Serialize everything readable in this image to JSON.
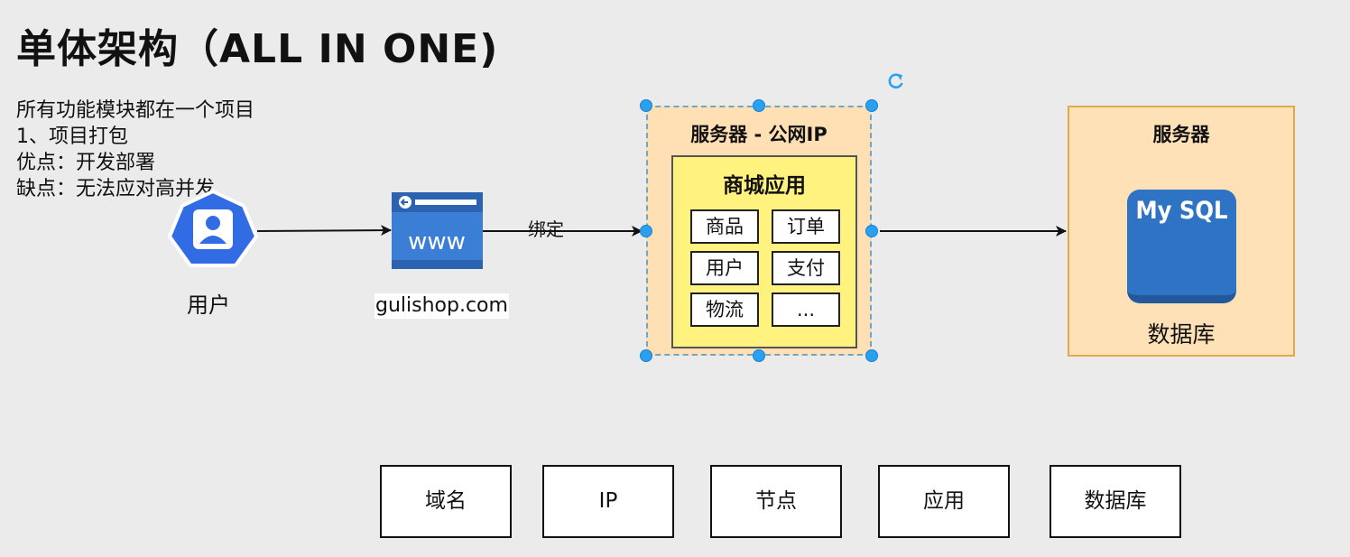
{
  "title": "单体架构（ALL IN ONE)",
  "notes": [
    "所有功能模块都在一个项目",
    "1、项目打包",
    "优点：开发部署",
    "缺点：无法应对高并发"
  ],
  "user": {
    "label": "用户",
    "icon": "user-avatar-icon"
  },
  "browser": {
    "icon": "browser-www-icon",
    "text": "www",
    "domain": "gulishop.com"
  },
  "edge_label": "绑定",
  "server": {
    "title": "服务器 - 公网IP",
    "app": {
      "title": "商城应用",
      "modules": [
        "商品",
        "订单",
        "用户",
        "支付",
        "物流",
        "..."
      ]
    }
  },
  "db_server": {
    "title": "服务器",
    "logo_text": "My SQL",
    "label": "数据库"
  },
  "concepts": [
    "域名",
    "IP",
    "节点",
    "应用",
    "数据库"
  ],
  "colors": {
    "background": "#ebebeb",
    "server_fill": "#ffe0b5",
    "app_fill": "#fff27f",
    "db_fill": "#ffe1b7",
    "db_border": "#e0a94a",
    "selection_handle": "#2aa1f0",
    "user_icon": "#326ce5",
    "mysql_icon": "#2f73c4"
  }
}
